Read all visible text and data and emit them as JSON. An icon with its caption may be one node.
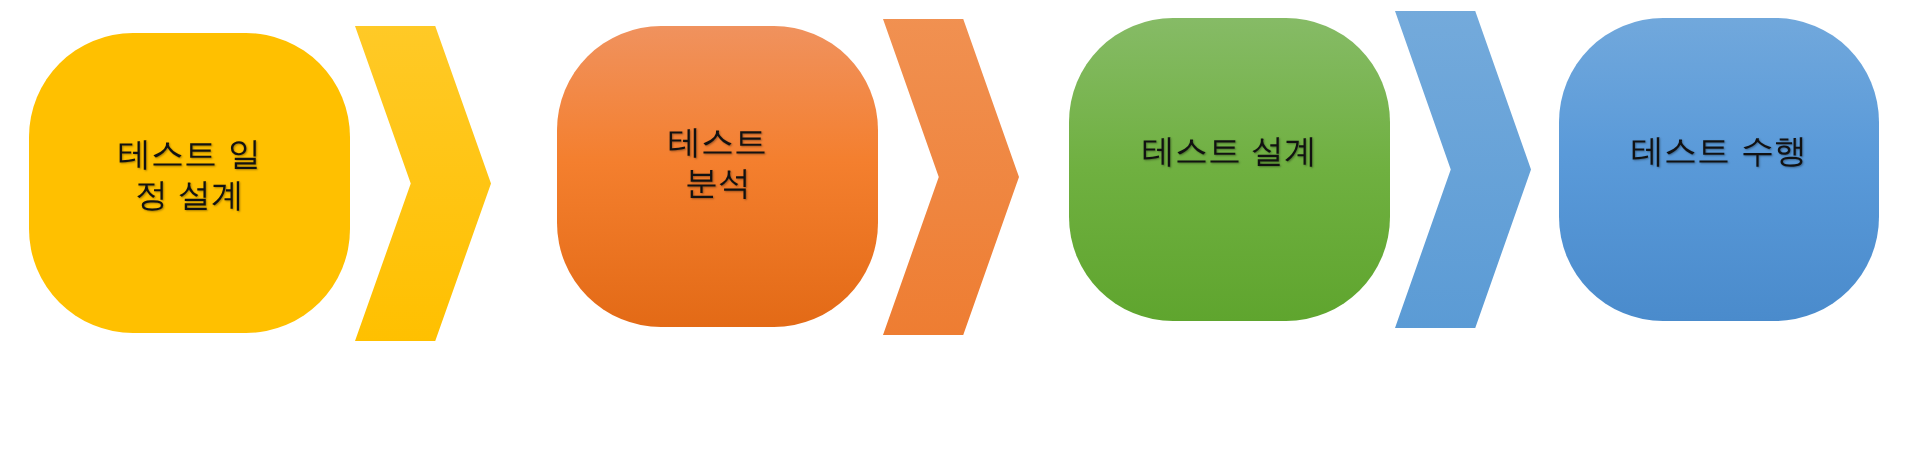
{
  "diagram": {
    "nodes": [
      {
        "text": [
          "테스트 일정 설계"
        ]
      },
      {
        "text": [
          "테스트 분석"
        ]
      },
      {
        "text": [
          "테스트 설계"
        ]
      },
      {
        "text": [
          "테스트 수행"
        ]
      }
    ],
    "edges": [
      {
        "from": 0,
        "to": 1,
        "arrow": "to",
        "color": "#ffc000"
      },
      {
        "from": 1,
        "to": 2,
        "arrow": "to",
        "color": "#ee7d32"
      },
      {
        "from": 2,
        "to": 3,
        "arrow": "to",
        "color": "#5b9bd5"
      }
    ]
  }
}
